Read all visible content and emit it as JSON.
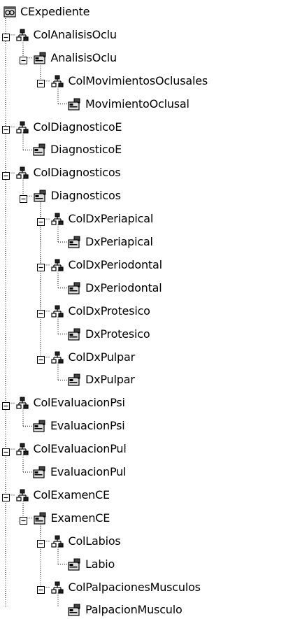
{
  "tree": {
    "root": {
      "label": "CExpediente",
      "icon": "class-module-icon"
    },
    "nodes": [
      {
        "label": "ColAnalisisOclu",
        "icon": "collection-icon",
        "depth": 1,
        "expander": "minus"
      },
      {
        "label": "AnalisisOclu",
        "icon": "class-object-icon",
        "depth": 2,
        "expander": "minus"
      },
      {
        "label": "ColMovimientosOclusales",
        "icon": "collection-icon",
        "depth": 3,
        "expander": "minus"
      },
      {
        "label": "MovimientoOclusal",
        "icon": "class-object-icon",
        "depth": 4,
        "expander": "none"
      },
      {
        "label": "ColDiagnosticoE",
        "icon": "collection-icon",
        "depth": 1,
        "expander": "minus"
      },
      {
        "label": "DiagnosticoE",
        "icon": "class-object-icon",
        "depth": 2,
        "expander": "none"
      },
      {
        "label": "ColDiagnosticos",
        "icon": "collection-icon",
        "depth": 1,
        "expander": "minus"
      },
      {
        "label": "Diagnosticos",
        "icon": "class-object-icon",
        "depth": 2,
        "expander": "minus"
      },
      {
        "label": "ColDxPeriapical",
        "icon": "collection-icon",
        "depth": 3,
        "expander": "minus"
      },
      {
        "label": "DxPeriapical",
        "icon": "class-object-icon",
        "depth": 4,
        "expander": "none"
      },
      {
        "label": "ColDxPeriodontal",
        "icon": "collection-icon",
        "depth": 3,
        "expander": "minus"
      },
      {
        "label": "DxPeriodontal",
        "icon": "class-object-icon",
        "depth": 4,
        "expander": "none"
      },
      {
        "label": "ColDxProtesico",
        "icon": "collection-icon",
        "depth": 3,
        "expander": "minus"
      },
      {
        "label": "DxProtesico",
        "icon": "class-object-icon",
        "depth": 4,
        "expander": "none"
      },
      {
        "label": "ColDxPulpar",
        "icon": "collection-icon",
        "depth": 3,
        "expander": "minus"
      },
      {
        "label": "DxPulpar",
        "icon": "class-object-icon",
        "depth": 4,
        "expander": "none"
      },
      {
        "label": "ColEvaluacionPsi",
        "icon": "collection-icon",
        "depth": 1,
        "expander": "minus"
      },
      {
        "label": "EvaluacionPsi",
        "icon": "class-object-icon",
        "depth": 2,
        "expander": "none"
      },
      {
        "label": "ColEvaluacionPul",
        "icon": "collection-icon",
        "depth": 1,
        "expander": "minus"
      },
      {
        "label": "EvaluacionPul",
        "icon": "class-object-icon",
        "depth": 2,
        "expander": "none"
      },
      {
        "label": "ColExamenCE",
        "icon": "collection-icon",
        "depth": 1,
        "expander": "minus"
      },
      {
        "label": "ExamenCE",
        "icon": "class-object-icon",
        "depth": 2,
        "expander": "minus"
      },
      {
        "label": "ColLabios",
        "icon": "collection-icon",
        "depth": 3,
        "expander": "minus"
      },
      {
        "label": "Labio",
        "icon": "class-object-icon",
        "depth": 4,
        "expander": "none"
      },
      {
        "label": "ColPalpacionesMusculos",
        "icon": "collection-icon",
        "depth": 3,
        "expander": "minus"
      },
      {
        "label": "PalpacionMusculo",
        "icon": "class-object-icon",
        "depth": 4,
        "expander": "none"
      }
    ]
  }
}
